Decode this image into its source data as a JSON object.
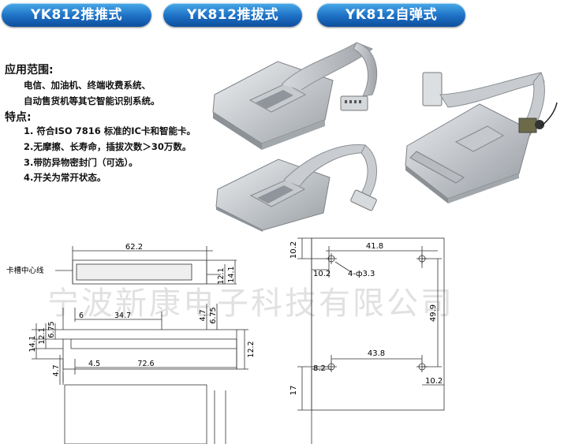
{
  "header": {
    "tags": [
      "YK812推推式",
      "YK812推拔式",
      "YK812自弹式"
    ],
    "tag_color": "#1d6fc4"
  },
  "applications": {
    "heading": "应用范围:",
    "lines": [
      "电信、加油机、终端收费系统、",
      "自动售货机等其它智能识别系统。"
    ]
  },
  "features": {
    "heading": "特点:",
    "items": [
      "1. 符合ISO 7816 标准的IC卡和智能卡。",
      "2.无摩擦、长寿命，插拔次数＞30万数。",
      "3.带防异物密封门（可选）。",
      "4.开关为常开状态。"
    ]
  },
  "drawing_left": {
    "label": "卡槽中心线",
    "dims": [
      "62.2",
      "12.1",
      "14.1",
      "6",
      "34.7",
      "4.7",
      "6.75",
      "14.1",
      "12.1",
      "6.75",
      "12.2",
      "4.5",
      "72.6",
      "4.7"
    ]
  },
  "drawing_right": {
    "dims": [
      "41.8",
      "10.2",
      "10.2",
      "4-ф3.3",
      "49.9",
      "43.8",
      "8.2",
      "10.2",
      "17"
    ]
  },
  "watermark": "宁波新康电子科技有限公司"
}
